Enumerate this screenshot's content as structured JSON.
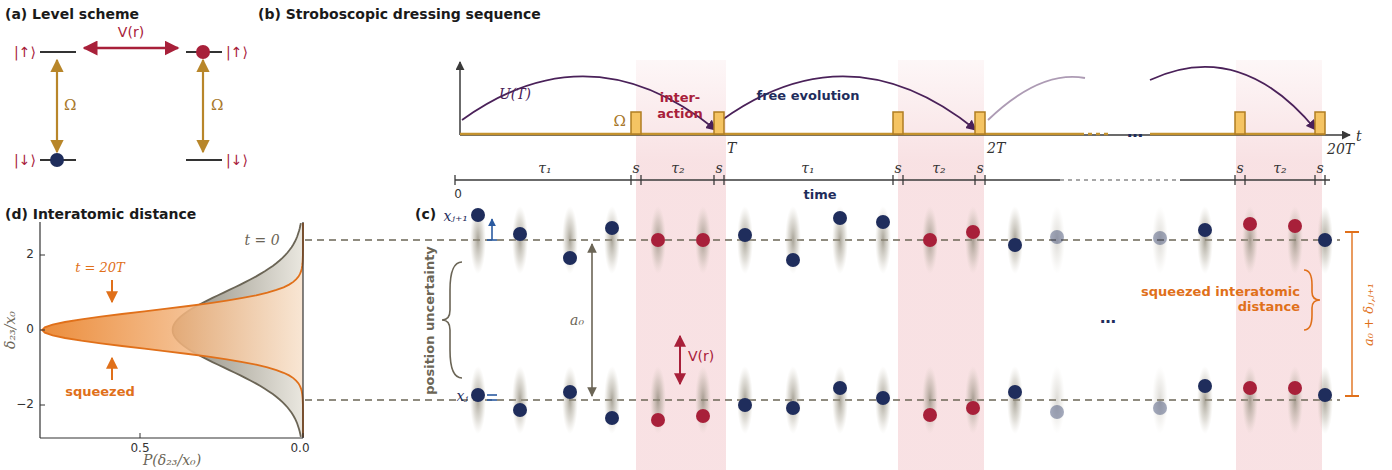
{
  "diagram": {
    "labels": [
      "(a) Level scheme",
      "|↑⟩",
      "|↑⟩",
      "|↓⟩",
      "|↓⟩",
      "Ω",
      "Ω",
      "V(r)",
      "(b) Stroboscopic dressing sequence",
      "U(T)",
      "Ω",
      "inter-",
      "action",
      "free evolution",
      "t",
      "T",
      "2T",
      "20T",
      "…",
      "0",
      "τ₁",
      "s",
      "τ₂",
      "s",
      "τ₁",
      "s",
      "τ₂",
      "s",
      "s",
      "τ₂",
      "s",
      "time",
      "(c)",
      "xⱼ₊₁",
      "xⱼ",
      "position uncertainty",
      "a₀",
      "V(r)",
      "…",
      "squeezed interatomic distance",
      "a₀ + δⱼ,ⱼ₊₁",
      "(d) Interatomic distance",
      "2",
      "0",
      "−2",
      "δ₂₃/x₀",
      "0.5",
      "0.0",
      "P(δ₂₃/x₀)",
      "t = 0",
      "t = 20T",
      "squeezed"
    ]
  }
}
